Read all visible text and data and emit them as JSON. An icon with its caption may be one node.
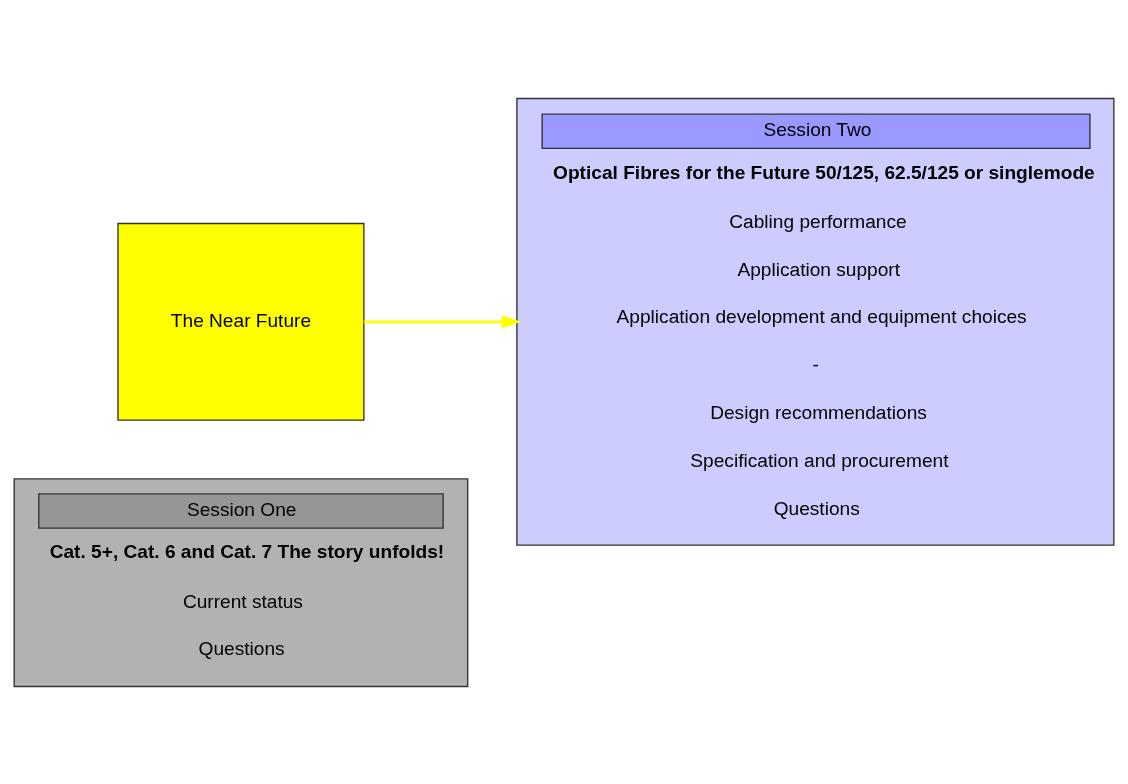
{
  "diagram": {
    "nodes": [
      {
        "text": [
          "Session One",
          "Cat. 5+, Cat. 6 and Cat. 7 The story unfolds!",
          "Current status",
          "Questions"
        ]
      },
      {
        "text": [
          "The Near Future"
        ]
      },
      {
        "text": [
          "Session Two",
          "Optical Fibres for the Future 50/125, 62.5/125 or singlemode",
          "Cabling performance",
          "Application support",
          "Application development and equipment choices",
          "-",
          "Design recommendations",
          "Specification and procurement",
          "Questions"
        ]
      }
    ],
    "edges": [
      {
        "from": 1,
        "to": 2,
        "arrow": "to",
        "color": "#ffff00"
      }
    ]
  }
}
